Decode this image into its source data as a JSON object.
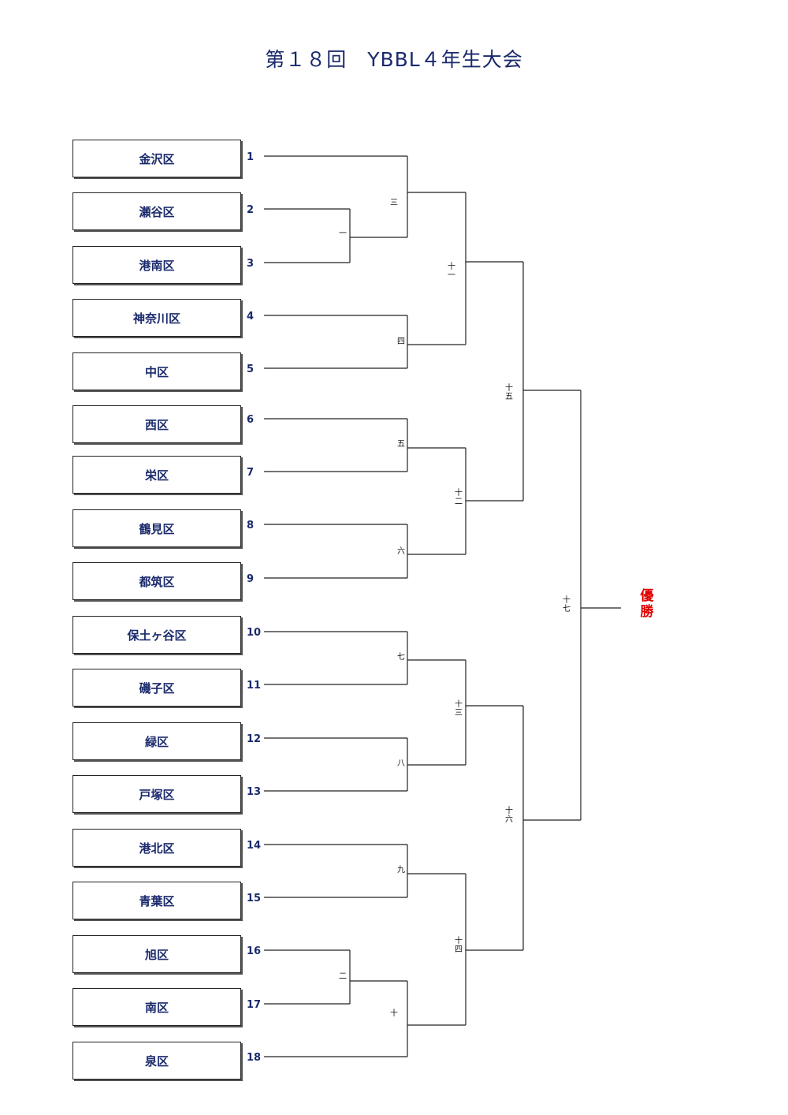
{
  "title": "第１８回　YBBL４年生大会",
  "teams": [
    {
      "seed": "1",
      "name": "金沢区"
    },
    {
      "seed": "2",
      "name": "瀬谷区"
    },
    {
      "seed": "3",
      "name": "港南区"
    },
    {
      "seed": "4",
      "name": "神奈川区"
    },
    {
      "seed": "5",
      "name": "中区"
    },
    {
      "seed": "6",
      "name": "西区"
    },
    {
      "seed": "7",
      "name": "栄区"
    },
    {
      "seed": "8",
      "name": "鶴見区"
    },
    {
      "seed": "9",
      "name": "都筑区"
    },
    {
      "seed": "10",
      "name": "保土ヶ谷区"
    },
    {
      "seed": "11",
      "name": "磯子区"
    },
    {
      "seed": "12",
      "name": "緑区"
    },
    {
      "seed": "13",
      "name": "戸塚区"
    },
    {
      "seed": "14",
      "name": "港北区"
    },
    {
      "seed": "15",
      "name": "青葉区"
    },
    {
      "seed": "16",
      "name": "旭区"
    },
    {
      "seed": "17",
      "name": "南区"
    },
    {
      "seed": "18",
      "name": "泉区"
    }
  ],
  "matches": [
    {
      "label": "一"
    },
    {
      "label": "二"
    },
    {
      "label": "三"
    },
    {
      "label": "四"
    },
    {
      "label": "五"
    },
    {
      "label": "六"
    },
    {
      "label": "七"
    },
    {
      "label": "八"
    },
    {
      "label": "九"
    },
    {
      "label": "十"
    },
    {
      "label": "十一"
    },
    {
      "label": "十二"
    },
    {
      "label": "十三"
    },
    {
      "label": "十四"
    },
    {
      "label": "十五"
    },
    {
      "label": "十六"
    },
    {
      "label": "十七"
    }
  ],
  "champion": "優勝"
}
